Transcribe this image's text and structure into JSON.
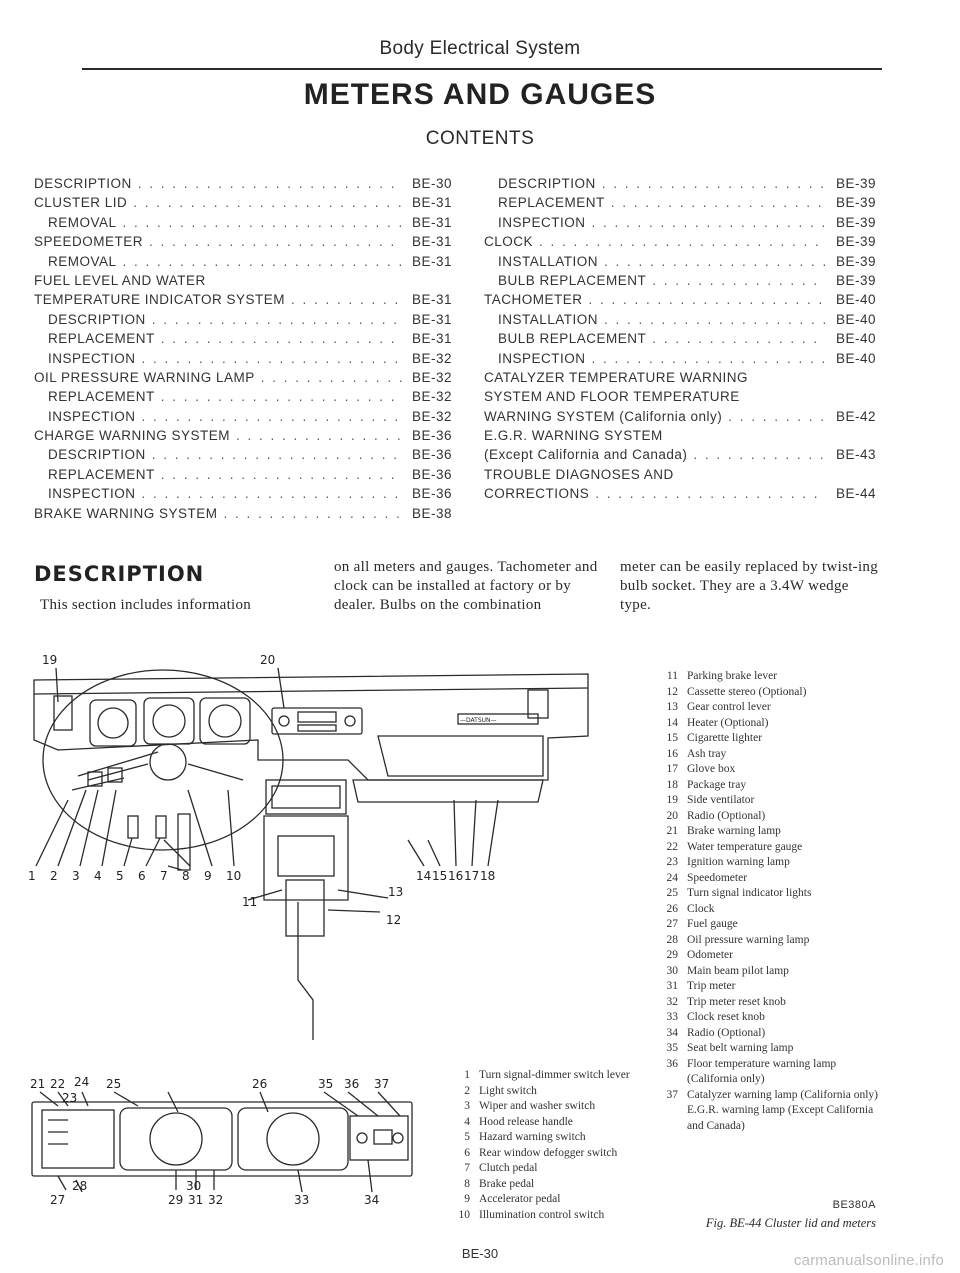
{
  "header": {
    "section": "Body Electrical System"
  },
  "title": "METERS AND GAUGES",
  "contents_label": "CONTENTS",
  "toc_left": [
    {
      "label": "DESCRIPTION",
      "page": "BE-30",
      "indent": false
    },
    {
      "label": "CLUSTER LID",
      "page": "BE-31",
      "indent": false
    },
    {
      "label": "REMOVAL",
      "page": "BE-31",
      "indent": true
    },
    {
      "label": "SPEEDOMETER",
      "page": "BE-31",
      "indent": false
    },
    {
      "label": "REMOVAL",
      "page": "BE-31",
      "indent": true
    },
    {
      "label": "FUEL LEVEL AND WATER",
      "page": "",
      "indent": false
    },
    {
      "label": "TEMPERATURE INDICATOR SYSTEM",
      "page": "BE-31",
      "indent": false
    },
    {
      "label": "DESCRIPTION",
      "page": "BE-31",
      "indent": true
    },
    {
      "label": "REPLACEMENT",
      "page": "BE-31",
      "indent": true
    },
    {
      "label": "INSPECTION",
      "page": "BE-32",
      "indent": true
    },
    {
      "label": "OIL PRESSURE WARNING LAMP",
      "page": "BE-32",
      "indent": false
    },
    {
      "label": "REPLACEMENT",
      "page": "BE-32",
      "indent": true
    },
    {
      "label": "INSPECTION",
      "page": "BE-32",
      "indent": true
    },
    {
      "label": "CHARGE WARNING SYSTEM",
      "page": "BE-36",
      "indent": false
    },
    {
      "label": "DESCRIPTION",
      "page": "BE-36",
      "indent": true
    },
    {
      "label": "REPLACEMENT",
      "page": "BE-36",
      "indent": true
    },
    {
      "label": "INSPECTION",
      "page": "BE-36",
      "indent": true
    },
    {
      "label": "BRAKE WARNING SYSTEM",
      "page": "BE-38",
      "indent": false
    }
  ],
  "toc_right": [
    {
      "label": "DESCRIPTION",
      "page": "BE-39",
      "indent": true
    },
    {
      "label": "REPLACEMENT",
      "page": "BE-39",
      "indent": true
    },
    {
      "label": "INSPECTION",
      "page": "BE-39",
      "indent": true
    },
    {
      "label": "CLOCK",
      "page": "BE-39",
      "indent": false
    },
    {
      "label": "INSTALLATION",
      "page": "BE-39",
      "indent": true
    },
    {
      "label": "BULB REPLACEMENT",
      "page": "BE-39",
      "indent": true
    },
    {
      "label": "TACHOMETER",
      "page": "BE-40",
      "indent": false
    },
    {
      "label": "INSTALLATION",
      "page": "BE-40",
      "indent": true
    },
    {
      "label": "BULB REPLACEMENT",
      "page": "BE-40",
      "indent": true
    },
    {
      "label": "INSPECTION",
      "page": "BE-40",
      "indent": true
    },
    {
      "label": "CATALYZER TEMPERATURE WARNING",
      "page": "",
      "indent": false
    },
    {
      "label": "SYSTEM AND FLOOR TEMPERATURE",
      "page": "",
      "indent": false
    },
    {
      "label": "WARNING SYSTEM (California only)",
      "page": "BE-42",
      "indent": false
    },
    {
      "label": "E.G.R. WARNING SYSTEM",
      "page": "",
      "indent": false
    },
    {
      "label": "(Except California and Canada)",
      "page": "BE-43",
      "indent": false
    },
    {
      "label": "TROUBLE DIAGNOSES AND",
      "page": "",
      "indent": false
    },
    {
      "label": "CORRECTIONS",
      "page": "BE-44",
      "indent": false
    }
  ],
  "description": {
    "heading": "DESCRIPTION",
    "col1": "This section includes information",
    "col2": "on all meters and gauges. Tachometer and clock can be installed at factory or by dealer. Bulbs on the combination",
    "col3": "meter can be easily replaced by twist-ing bulb socket. They are a 3.4W wedge type."
  },
  "figure": {
    "callouts_top": [
      "19",
      "20"
    ],
    "callouts_row": [
      "1",
      "2",
      "3",
      "4",
      "5",
      "6",
      "7",
      "8",
      "9",
      "10"
    ],
    "callouts_mid": [
      "11",
      "12",
      "13",
      "14",
      "15",
      "16",
      "17",
      "18"
    ],
    "callouts_cluster": [
      "21",
      "22",
      "23",
      "24",
      "25",
      "26",
      "27",
      "28",
      "29",
      "30",
      "31",
      "32",
      "33",
      "34",
      "35",
      "36",
      "37"
    ],
    "radio_label": "—DATSUN—"
  },
  "legend_left": [
    {
      "n": "1",
      "t": "Turn signal-dimmer switch lever"
    },
    {
      "n": "2",
      "t": "Light switch"
    },
    {
      "n": "3",
      "t": "Wiper and washer switch"
    },
    {
      "n": "4",
      "t": "Hood release handle"
    },
    {
      "n": "5",
      "t": "Hazard warning switch"
    },
    {
      "n": "6",
      "t": "Rear window defogger switch"
    },
    {
      "n": "7",
      "t": "Clutch pedal"
    },
    {
      "n": "8",
      "t": "Brake pedal"
    },
    {
      "n": "9",
      "t": "Accelerator pedal"
    },
    {
      "n": "10",
      "t": "Illumination control switch"
    }
  ],
  "legend_right": [
    {
      "n": "11",
      "t": "Parking brake lever"
    },
    {
      "n": "12",
      "t": "Cassette stereo (Optional)"
    },
    {
      "n": "13",
      "t": "Gear control lever"
    },
    {
      "n": "14",
      "t": "Heater (Optional)"
    },
    {
      "n": "15",
      "t": "Cigarette lighter"
    },
    {
      "n": "16",
      "t": "Ash tray"
    },
    {
      "n": "17",
      "t": "Glove box"
    },
    {
      "n": "18",
      "t": "Package tray"
    },
    {
      "n": "19",
      "t": "Side ventilator"
    },
    {
      "n": "20",
      "t": "Radio (Optional)"
    },
    {
      "n": "21",
      "t": "Brake warning lamp"
    },
    {
      "n": "22",
      "t": "Water temperature gauge"
    },
    {
      "n": "23",
      "t": "Ignition warning lamp"
    },
    {
      "n": "24",
      "t": "Speedometer"
    },
    {
      "n": "25",
      "t": "Turn signal indicator lights"
    },
    {
      "n": "26",
      "t": "Clock"
    },
    {
      "n": "27",
      "t": "Fuel gauge"
    },
    {
      "n": "28",
      "t": "Oil pressure warning lamp"
    },
    {
      "n": "29",
      "t": "Odometer"
    },
    {
      "n": "30",
      "t": "Main beam pilot lamp"
    },
    {
      "n": "31",
      "t": "Trip meter"
    },
    {
      "n": "32",
      "t": "Trip meter reset knob"
    },
    {
      "n": "33",
      "t": "Clock reset knob"
    },
    {
      "n": "34",
      "t": "Radio (Optional)"
    },
    {
      "n": "35",
      "t": "Seat belt warning lamp"
    },
    {
      "n": "36",
      "t": "Floor temperature warning lamp (California only)"
    },
    {
      "n": "37",
      "t": "Catalyzer warning lamp (California only) E.G.R. warning lamp (Except California and Canada)"
    }
  ],
  "figure_code": "BE380A",
  "figure_caption": "Fig. BE-44 Cluster lid and meters",
  "page_number": "BE-30",
  "watermark": "carmanualsonline.info"
}
